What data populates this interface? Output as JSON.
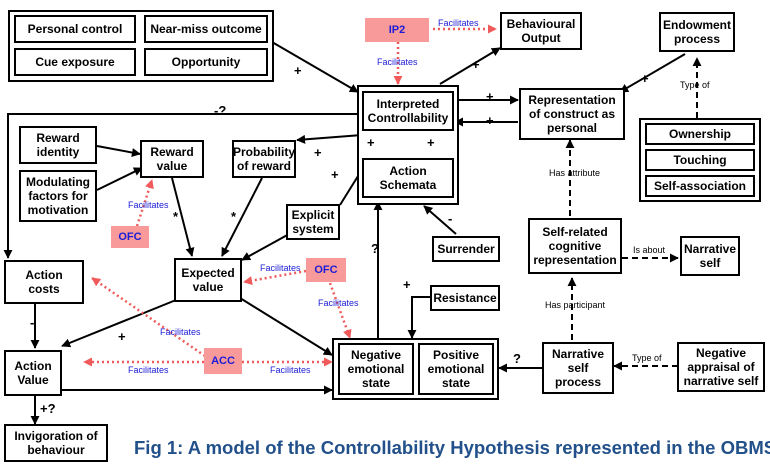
{
  "caption": "Fig 1: A model of the Controllability Hypothesis represented in the OBMS",
  "nodes": {
    "personal_control": "Personal control",
    "near_miss_outcome": "Near-miss outcome",
    "cue_exposure": "Cue exposure",
    "opportunity": "Opportunity",
    "ip2": "IP2",
    "behavioural_output": "Behavioural Output",
    "endowment_process": "Endowment process",
    "interpreted_controllability": "Interpreted Controllability",
    "action_schemata": "Action Schemata",
    "representation_of_construct": "Representation of construct as personal",
    "ownership": "Ownership",
    "touching": "Touching",
    "self_association": "Self-association",
    "reward_identity": "Reward identity",
    "reward_value": "Reward value",
    "probability_of_reward": "Probability of reward",
    "modulating_factors": "Modulating factors for motivation",
    "ofc_left": "OFC",
    "explicit_system": "Explicit system",
    "ofc_right": "OFC",
    "surrender": "Surrender",
    "self_related_cognitive": "Self-related cognitive representation",
    "narrative_self": "Narrative self",
    "action_costs": "Action costs",
    "expected_value": "Expected value",
    "resistance": "Resistance",
    "acc": "ACC",
    "action_value": "Action Value",
    "negative_emotional_state": "Negative emotional state",
    "positive_emotional_state": "Positive emotional state",
    "narrative_self_process": "Narrative self process",
    "negative_appraisal": "Negative appraisal of narrative self",
    "invigoration_of_behaviour": "Invigoration of behaviour"
  },
  "labels": {
    "facilitates": "Facilitates",
    "type_of": "Type of",
    "has_attribute": "Has attribute",
    "is_about": "Is about",
    "has_participant": "Has participant"
  },
  "signs": {
    "plus": "+",
    "minus": "-",
    "star": "*",
    "question": "?",
    "minus_question": "-?",
    "plus_question": "+?"
  },
  "colors": {
    "facilitation_pink": "#f89a9a",
    "facilitation_text": "#1c1cd6",
    "caption": "#22508a",
    "facilitation_arrow": "#f05a5a"
  }
}
